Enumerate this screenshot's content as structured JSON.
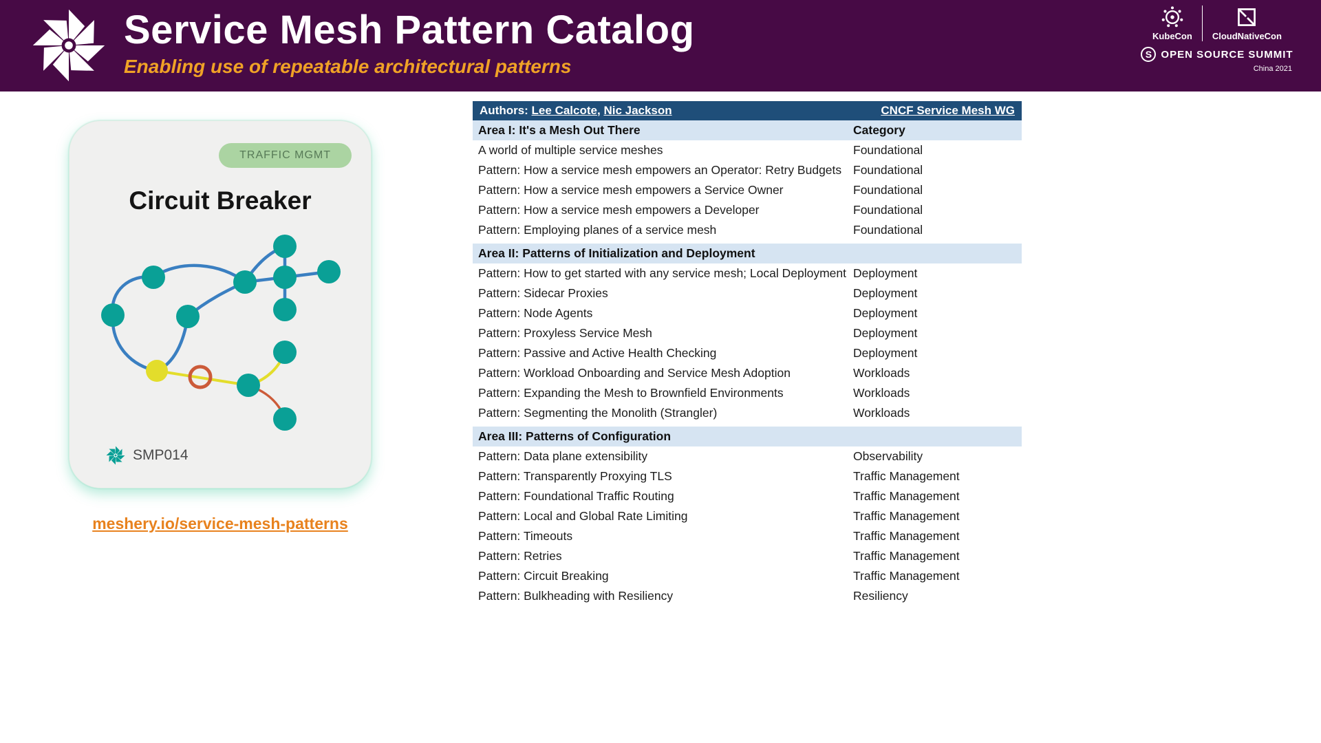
{
  "header": {
    "title": "Service Mesh Pattern Catalog",
    "subtitle": "Enabling use of repeatable architectural patterns",
    "brand": {
      "kubecon": "KubeCon",
      "cloudnativecon": "CloudNativeCon",
      "summit": "OPEN SOURCE SUMMIT",
      "summit_s": "S",
      "edition": "China 2021"
    }
  },
  "card": {
    "badge": "TRAFFIC MGMT",
    "title": "Circuit Breaker",
    "code": "SMP014",
    "link": "meshery.io/service-mesh-patterns"
  },
  "table": {
    "authors_prefix": "Authors: ",
    "author1": "Lee Calcote",
    "authors_separator": ", ",
    "author2": "Nic Jackson",
    "wg_link": "CNCF Service Mesh WG",
    "sections": [
      {
        "title": "Area I: It's a Mesh Out There",
        "category_header": "Category",
        "rows": [
          {
            "pattern": "A world of multiple service meshes",
            "category": "Foundational"
          },
          {
            "pattern": "Pattern: How a service mesh empowers an Operator: Retry Budgets",
            "category": "Foundational"
          },
          {
            "pattern": "Pattern: How a service mesh empowers a Service Owner",
            "category": "Foundational"
          },
          {
            "pattern": "Pattern: How a service mesh empowers a Developer",
            "category": "Foundational"
          },
          {
            "pattern": "Pattern: Employing planes of a service mesh",
            "category": "Foundational"
          }
        ]
      },
      {
        "title": "Area II: Patterns of Initialization and Deployment",
        "category_header": "",
        "rows": [
          {
            "pattern": "Pattern: How to get started with any service mesh; Local Deployment",
            "category": "Deployment"
          },
          {
            "pattern": "Pattern: Sidecar Proxies",
            "category": "Deployment"
          },
          {
            "pattern": "Pattern: Node Agents",
            "category": "Deployment"
          },
          {
            "pattern": "Pattern: Proxyless Service Mesh",
            "category": "Deployment"
          },
          {
            "pattern": "Pattern: Passive and Active Health Checking",
            "category": "Deployment"
          },
          {
            "pattern": "Pattern: Workload Onboarding and Service Mesh Adoption",
            "category": "Workloads"
          },
          {
            "pattern": "Pattern: Expanding the Mesh to Brownfield Environments",
            "category": "Workloads"
          },
          {
            "pattern": "Pattern: Segmenting the Monolith (Strangler)",
            "category": "Workloads"
          }
        ]
      },
      {
        "title": "Area III: Patterns of Configuration",
        "category_header": "",
        "rows": [
          {
            "pattern": "Pattern: Data plane extensibility",
            "category": "Observability"
          },
          {
            "pattern": "Pattern: Transparently Proxying TLS",
            "category": "Traffic Management"
          },
          {
            "pattern": "Pattern: Foundational Traffic Routing",
            "category": "Traffic Management"
          },
          {
            "pattern": "Pattern: Local and Global Rate Limiting",
            "category": "Traffic Management"
          },
          {
            "pattern": "Pattern: Timeouts",
            "category": "Traffic Management"
          },
          {
            "pattern": "Pattern: Retries",
            "category": "Traffic Management"
          },
          {
            "pattern": "Pattern: Circuit Breaking",
            "category": "Traffic Management"
          },
          {
            "pattern": "Pattern: Bulkheading with Resiliency",
            "category": "Resiliency"
          }
        ]
      }
    ]
  },
  "colors": {
    "header_bg": "#470a45",
    "accent_orange": "#f0a226",
    "link_orange": "#e8821e",
    "table_header_bg": "#1f4e79",
    "section_bg": "#d6e4f2",
    "node_teal": "#0aa096",
    "edge_blue": "#3a7fc1",
    "node_yellow": "#e3dd2b",
    "ring_orange": "#cc5b39"
  }
}
